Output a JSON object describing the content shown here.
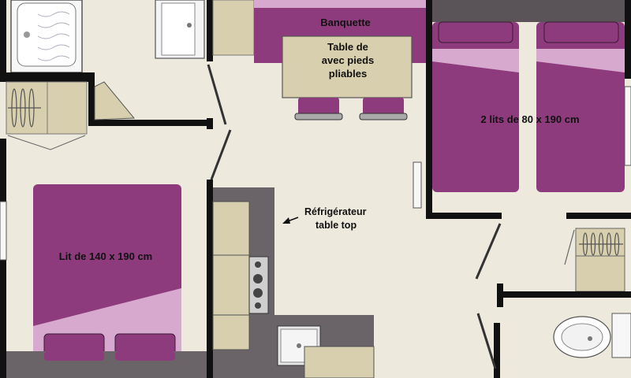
{
  "labels": {
    "banquette": "Banquette",
    "table_line1": "Table de",
    "table_line2": "avec pieds",
    "table_line3": "pliables",
    "twin_beds": "2 lits de 80 x 190 cm",
    "double_bed": "Lit de 140 x 190 cm",
    "fridge_line1": "Réfrigérateur",
    "fridge_line2": "table top"
  },
  "colors": {
    "floor": "#ede9dc",
    "wall": "#111111",
    "bed_purple": "#8e3b7d",
    "bed_pink": "#d8a9cf",
    "wood": "#d8cfae",
    "counter_grey": "#5a5458",
    "bench_grey": "#6a6468",
    "fixture_white": "#f7f7f7"
  }
}
